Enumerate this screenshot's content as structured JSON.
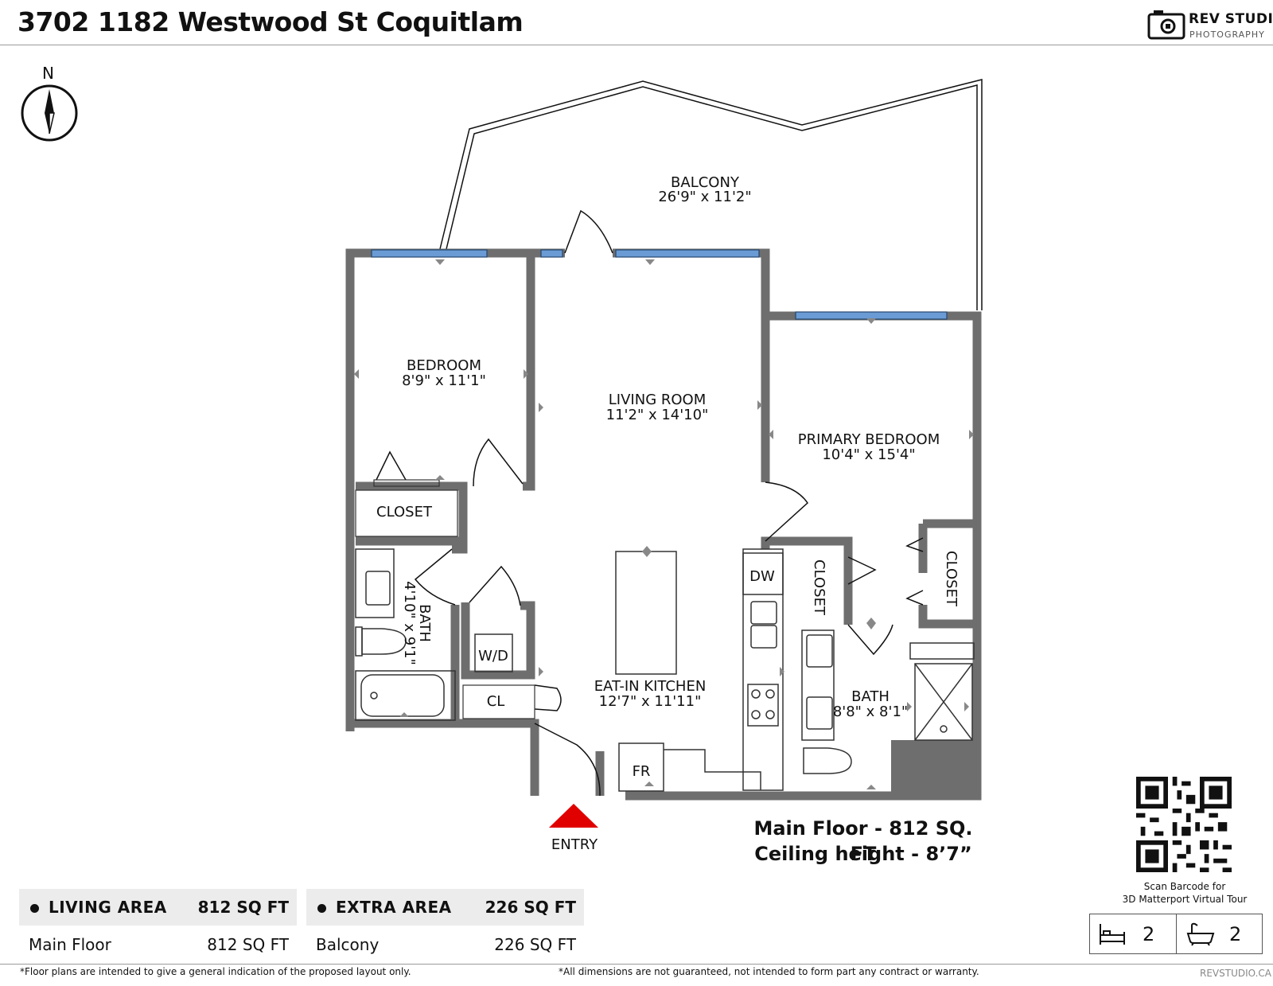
{
  "header": {
    "title": "3702 1182 Westwood St Coquitlam",
    "brand_name": "REV STUDIO",
    "brand_sub": "PHOTOGRAPHY"
  },
  "compass": {
    "label": "N"
  },
  "rooms": {
    "balcony": {
      "name": "BALCONY",
      "dims": "26'9\" x 11'2\""
    },
    "bedroom": {
      "name": "BEDROOM",
      "dims": "8'9\" x 11'1\""
    },
    "living": {
      "name": "LIVING ROOM",
      "dims": "11'2\" x 14'10\""
    },
    "primary": {
      "name": "PRIMARY BEDROOM",
      "dims": "10'4\" x 15'4\""
    },
    "closet_left": {
      "name": "CLOSET"
    },
    "bath_left": {
      "name": "BATH",
      "dims": "4'10\" x 9'1\""
    },
    "wd": {
      "name": "W/D"
    },
    "cl": {
      "name": "CL"
    },
    "kitchen": {
      "name": "EAT-IN KITCHEN",
      "dims": "12'7\" x 11'11\""
    },
    "dw": {
      "name": "DW"
    },
    "fr": {
      "name": "FR"
    },
    "closet_mid": {
      "name": "CLOSET"
    },
    "closet_right": {
      "name": "CLOSET"
    },
    "bath_right": {
      "name": "BATH",
      "dims": "8'8\" x 8'1\""
    },
    "entry": {
      "name": "ENTRY"
    }
  },
  "summary": {
    "main_floor": "Main Floor - 812 SQ. FT",
    "ceiling": "Ceiling height - 8’7”"
  },
  "areas": {
    "living": {
      "label": "LIVING AREA",
      "total": "812 SQ FT",
      "row_label": "Main Floor",
      "row_value": "812 SQ FT"
    },
    "extra": {
      "label": "EXTRA AREA",
      "total": "226 SQ FT",
      "row_label": "Balcony",
      "row_value": "226 SQ FT"
    }
  },
  "qr": {
    "caption_line1": "Scan Barcode for",
    "caption_line2": "3D Matterport Virtual Tour"
  },
  "counts": {
    "bedrooms": "2",
    "bathrooms": "2"
  },
  "footer": {
    "disclaimer_left": "*Floor plans are intended to give a general indication of the proposed layout only.",
    "disclaimer_right": "*All dimensions are not guaranteed, not intended to form part any contract or warranty.",
    "site": "REVSTUDIO.CA"
  },
  "colors": {
    "wall": "#6e6e6e",
    "window": "#6a9bd4",
    "entry_marker": "#e00000"
  },
  "icons": {
    "compass": "compass-icon",
    "camera": "camera-logo-icon",
    "bed": "bed-icon",
    "bathtub": "bathtub-icon"
  }
}
